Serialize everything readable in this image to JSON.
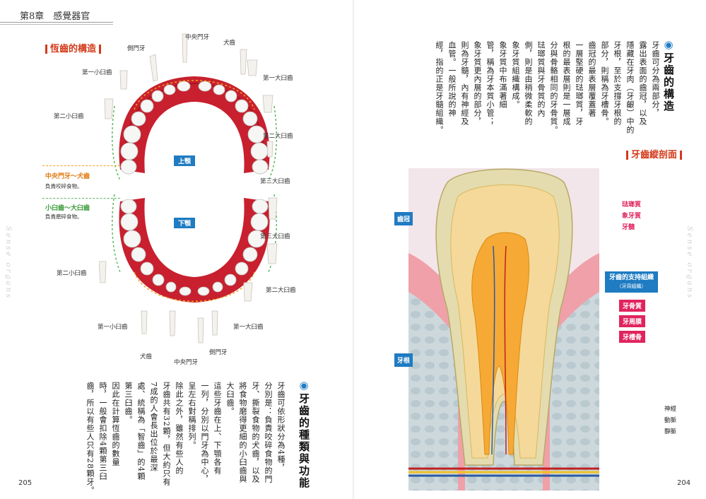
{
  "header": {
    "chapter": "第8章　感覺器官"
  },
  "left_page": {
    "section_title": "恆齒的構造",
    "jaw_upper": "上顎",
    "jaw_lower": "下顎",
    "legend": {
      "orange_title": "中央門牙～犬齒",
      "orange_desc": "負責咬碎食物。",
      "green_title": "小臼齒～大臼齒",
      "green_desc": "負責磨碎食物。"
    },
    "upper_labels": {
      "central_incisor": "中央門牙",
      "canine": "犬齒",
      "lateral_incisor": "側門牙",
      "first_premolar": "第一小臼齒",
      "first_molar": "第一大臼齒",
      "second_premolar": "第二小臼齒",
      "second_molar": "第二大臼齒",
      "third_molar": "第三大臼齒"
    },
    "lower_labels": {
      "third_molar": "第三大臼齒",
      "second_premolar": "第二小臼齒",
      "second_molar": "第二大臼齒",
      "first_premolar": "第一小臼齒",
      "first_molar": "第一大臼齒",
      "canine": "犬齒",
      "lateral_incisor": "側門牙",
      "central_incisor": "中央門牙"
    },
    "section2_title": "牙齒的種類與功能",
    "section2_columns": [
      "牙齒可依形狀分為4種，",
      "分別是：負責咬碎食物的門",
      "牙、撕裂食物的犬齒，以及",
      "將食物磨得更細的小臼齒與",
      "大臼齒。",
      "這些牙齒在上、下顎各有",
      "一列，分別以門牙為中心，",
      "呈左右對稱排列。",
      "除此之外，雖然有些人的",
      "牙齒共有32顆，但大約只有",
      "7成的人會長出位於最深",
      "處、統稱為「智齒」的4顆",
      "第三臼齒。",
      "因此在計算恆齒的數量",
      "時，一般會扣除4顆第三臼",
      "齒，所以有些人只有28顆牙。"
    ],
    "side_text": "Sense organs",
    "page_number": "205"
  },
  "right_page": {
    "section1_title": "牙齒的構造",
    "section1_columns": [
      "牙齒可分為兩部分，",
      "露出表面的齒冠，以及",
      "隱藏在牙肉（牙齦）中的",
      "牙根，至於支撐牙根的",
      "部分，則稱為牙槽骨。",
      "齒冠的最表層覆蓋著",
      "一層堅硬的琺瑯質，牙",
      "根的最表層則是一層成",
      "分與骨骼相同的牙骨質。",
      "琺瑯質與牙骨質的內",
      "側，則是由稍微柔軟的",
      "象牙質組織構成。",
      "象牙質中布滿著細",
      "管，稱為牙本質小管；",
      "象牙質更內層的部分，",
      "則為牙髓，內有神經及",
      "血管。一般所說的神",
      "經，指的正是牙髓組織。"
    ],
    "diagram_title": "牙齒縱剖面",
    "crown_label": "齒冠",
    "root_label": "牙根",
    "labels": {
      "enamel": "琺瑯質",
      "dentin": "象牙質",
      "pulp": "牙髓",
      "support": "牙齒的支持組織",
      "support_sub": "（牙周組織）",
      "cementum": "牙骨質",
      "periodontal_ligament": "牙周膜",
      "alveolar_bone": "牙槽骨",
      "nerve": "神經",
      "artery": "動脈",
      "vein": "靜脈"
    },
    "side_text": "Sense organs",
    "page_number": "204"
  },
  "colors": {
    "accent_red": "#d33a1a",
    "accent_blue": "#1f7bc2",
    "accent_pink": "#e0245e",
    "gum": "#c8202e",
    "orange_dash": "#f0a020",
    "green_dash": "#5cb85c"
  }
}
